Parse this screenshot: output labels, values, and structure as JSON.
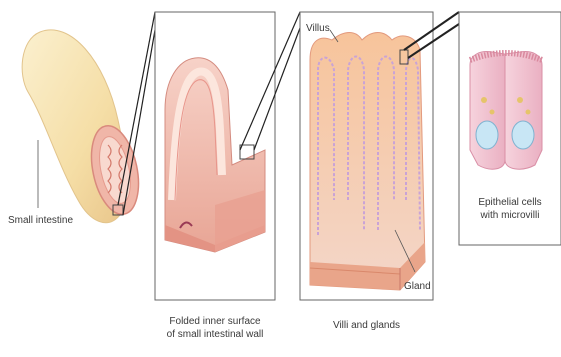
{
  "labels": {
    "small_intestine": "Small intestine",
    "folded_surface_line1": "Folded inner surface",
    "folded_surface_line2": "of small intestinal wall",
    "villi_glands": "Villi and glands",
    "villus": "Villus",
    "gland": "Gland",
    "epithelial_line1": "Epithelial cells",
    "epithelial_line2": "with microvilli"
  },
  "colors": {
    "tube_light": "#f7e6b8",
    "tube_dark": "#e8c98a",
    "tissue_pink": "#f4c4bd",
    "tissue_deep": "#e8958b",
    "villus_orange": "#f6b98a",
    "cell_pink": "#f3c2cf",
    "nucleus_blue": "#bfe0f2",
    "frame": "#555555"
  }
}
